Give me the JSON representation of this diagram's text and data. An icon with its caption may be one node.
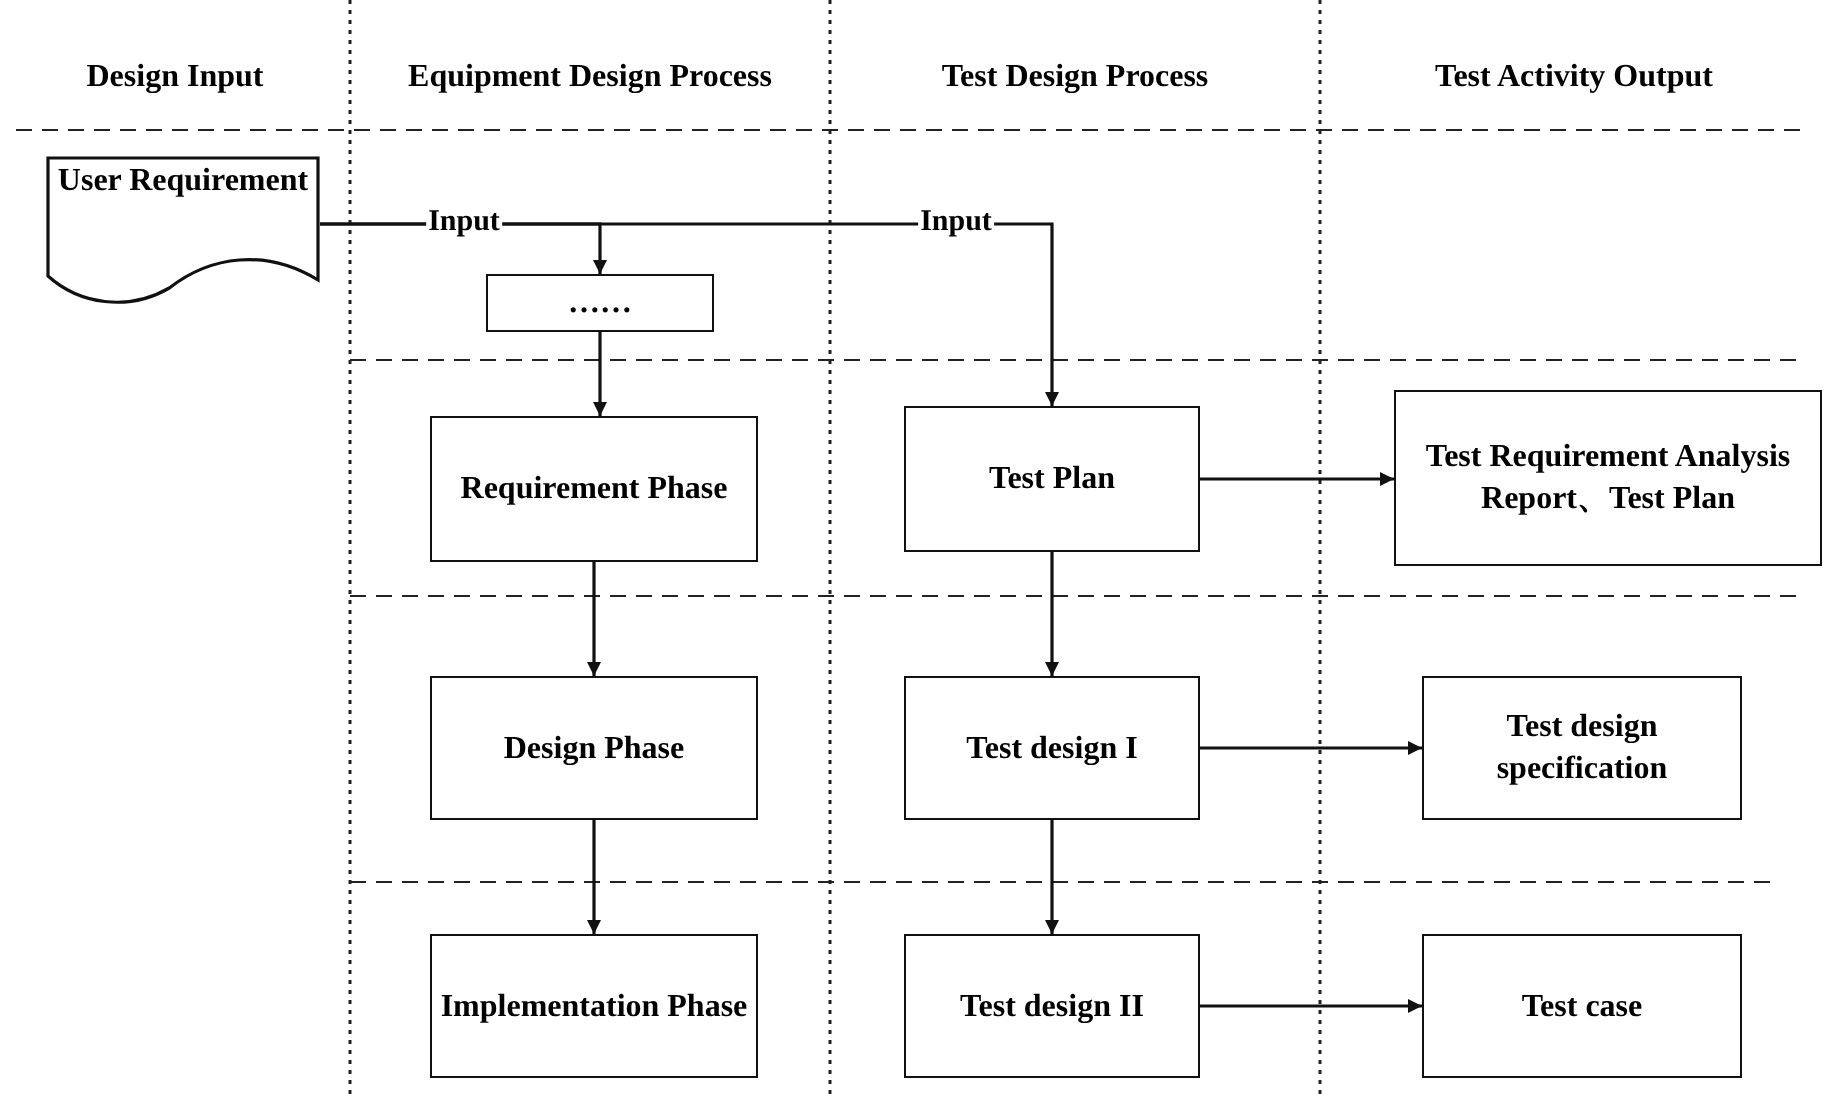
{
  "diagram": {
    "nodes": [
      {
        "text": [
          "User Requirement"
        ]
      },
      {
        "text": [
          "……"
        ]
      },
      {
        "text": [
          "Requirement Phase"
        ]
      },
      {
        "text": [
          "Test Plan"
        ]
      },
      {
        "text": [
          "Test Requirement Analysis Report、Test Plan"
        ]
      },
      {
        "text": [
          "Design Phase"
        ]
      },
      {
        "text": [
          "Test design I"
        ]
      },
      {
        "text": [
          "Test design specification"
        ]
      },
      {
        "text": [
          "Implementation Phase"
        ]
      },
      {
        "text": [
          "Test design II"
        ]
      },
      {
        "text": [
          "Test case"
        ]
      }
    ],
    "edges": [
      {
        "from": 0,
        "to": 1,
        "arrow": "to",
        "label": "Input"
      },
      {
        "from": 0,
        "to": 3,
        "arrow": "to",
        "label": "Input"
      },
      {
        "from": 1,
        "to": 2,
        "arrow": "to"
      },
      {
        "from": 2,
        "to": 5,
        "arrow": "to"
      },
      {
        "from": 5,
        "to": 8,
        "arrow": "to"
      },
      {
        "from": 3,
        "to": 6,
        "arrow": "to"
      },
      {
        "from": 6,
        "to": 9,
        "arrow": "to"
      },
      {
        "from": 3,
        "to": 4,
        "arrow": "to"
      },
      {
        "from": 6,
        "to": 7,
        "arrow": "to"
      },
      {
        "from": 9,
        "to": 10,
        "arrow": "to"
      }
    ],
    "labels": [
      "Design Input",
      "Equipment Design Process",
      "Test Design Process",
      "Test Activity Output"
    ]
  }
}
